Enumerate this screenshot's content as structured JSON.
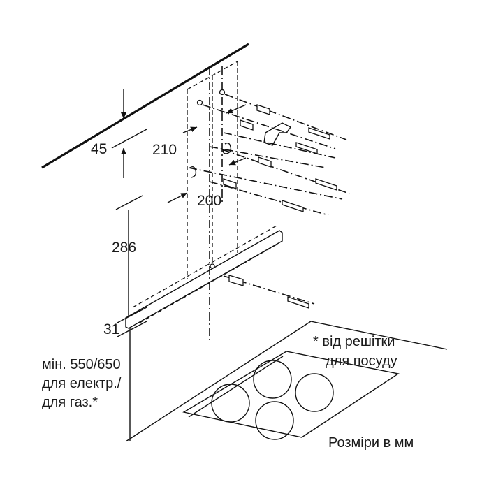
{
  "dimensions": {
    "ceiling_gap": "45",
    "width_upper": "210",
    "width_lower": "200",
    "bracket_height": "286",
    "bottom_offset": "31"
  },
  "notes": {
    "min_height_line1": "мін. 550/650",
    "min_height_line2": "для електр./",
    "min_height_line3": "для газ.*",
    "footnote_line1": "* від решітки",
    "footnote_line2": "для посуду",
    "units": "Розміри в мм"
  }
}
